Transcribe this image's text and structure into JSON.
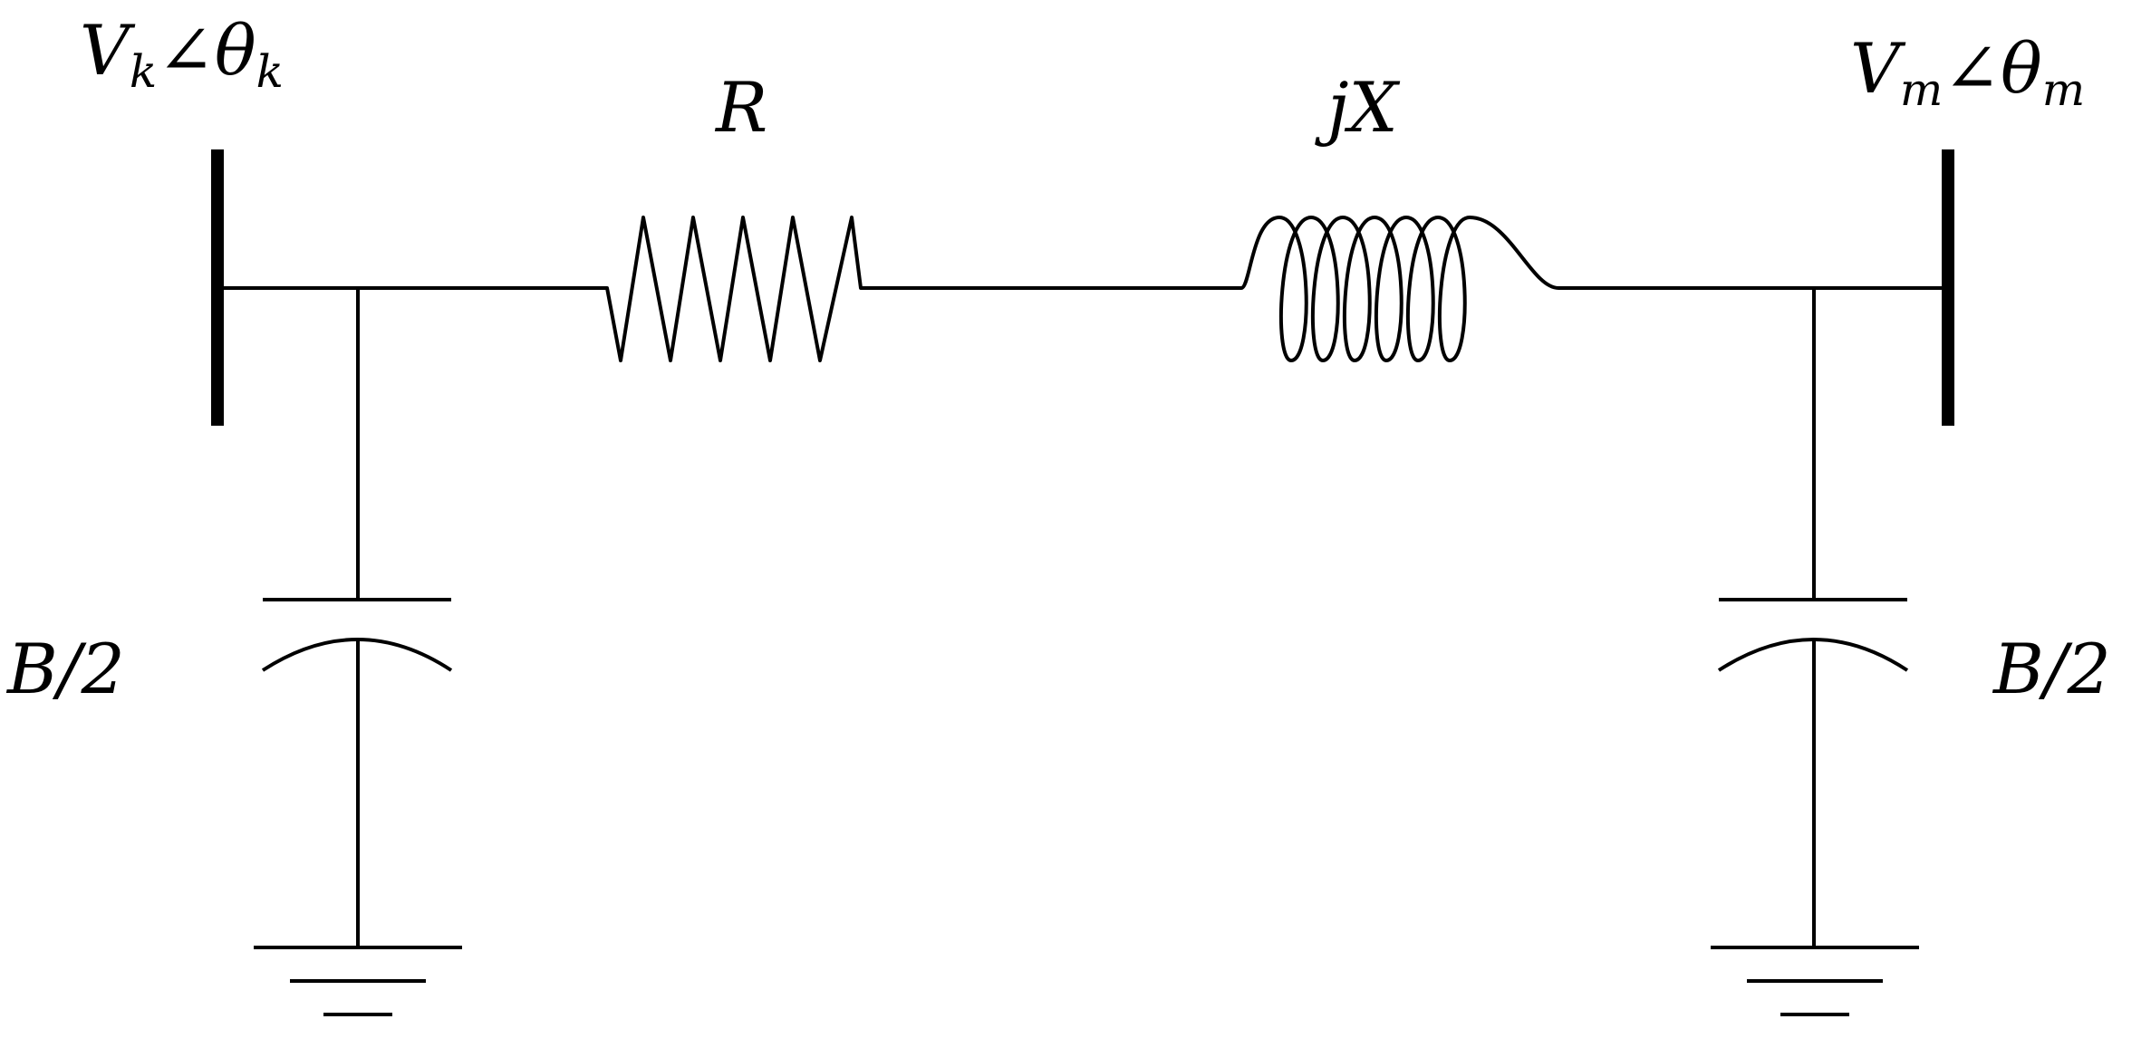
{
  "diagram": {
    "bus_left": {
      "label": {
        "main": "V",
        "sub": "k",
        "angle": "∠",
        "theta": "θ",
        "theta_sub": "k"
      }
    },
    "bus_right": {
      "label": {
        "main": "V",
        "sub": "m",
        "angle": "∠",
        "theta": "θ",
        "theta_sub": "m"
      }
    },
    "resistor": {
      "label": "R"
    },
    "inductor": {
      "label": "jX"
    },
    "capacitor_left": {
      "label": "B/2"
    },
    "capacitor_right": {
      "label": "B/2"
    }
  }
}
